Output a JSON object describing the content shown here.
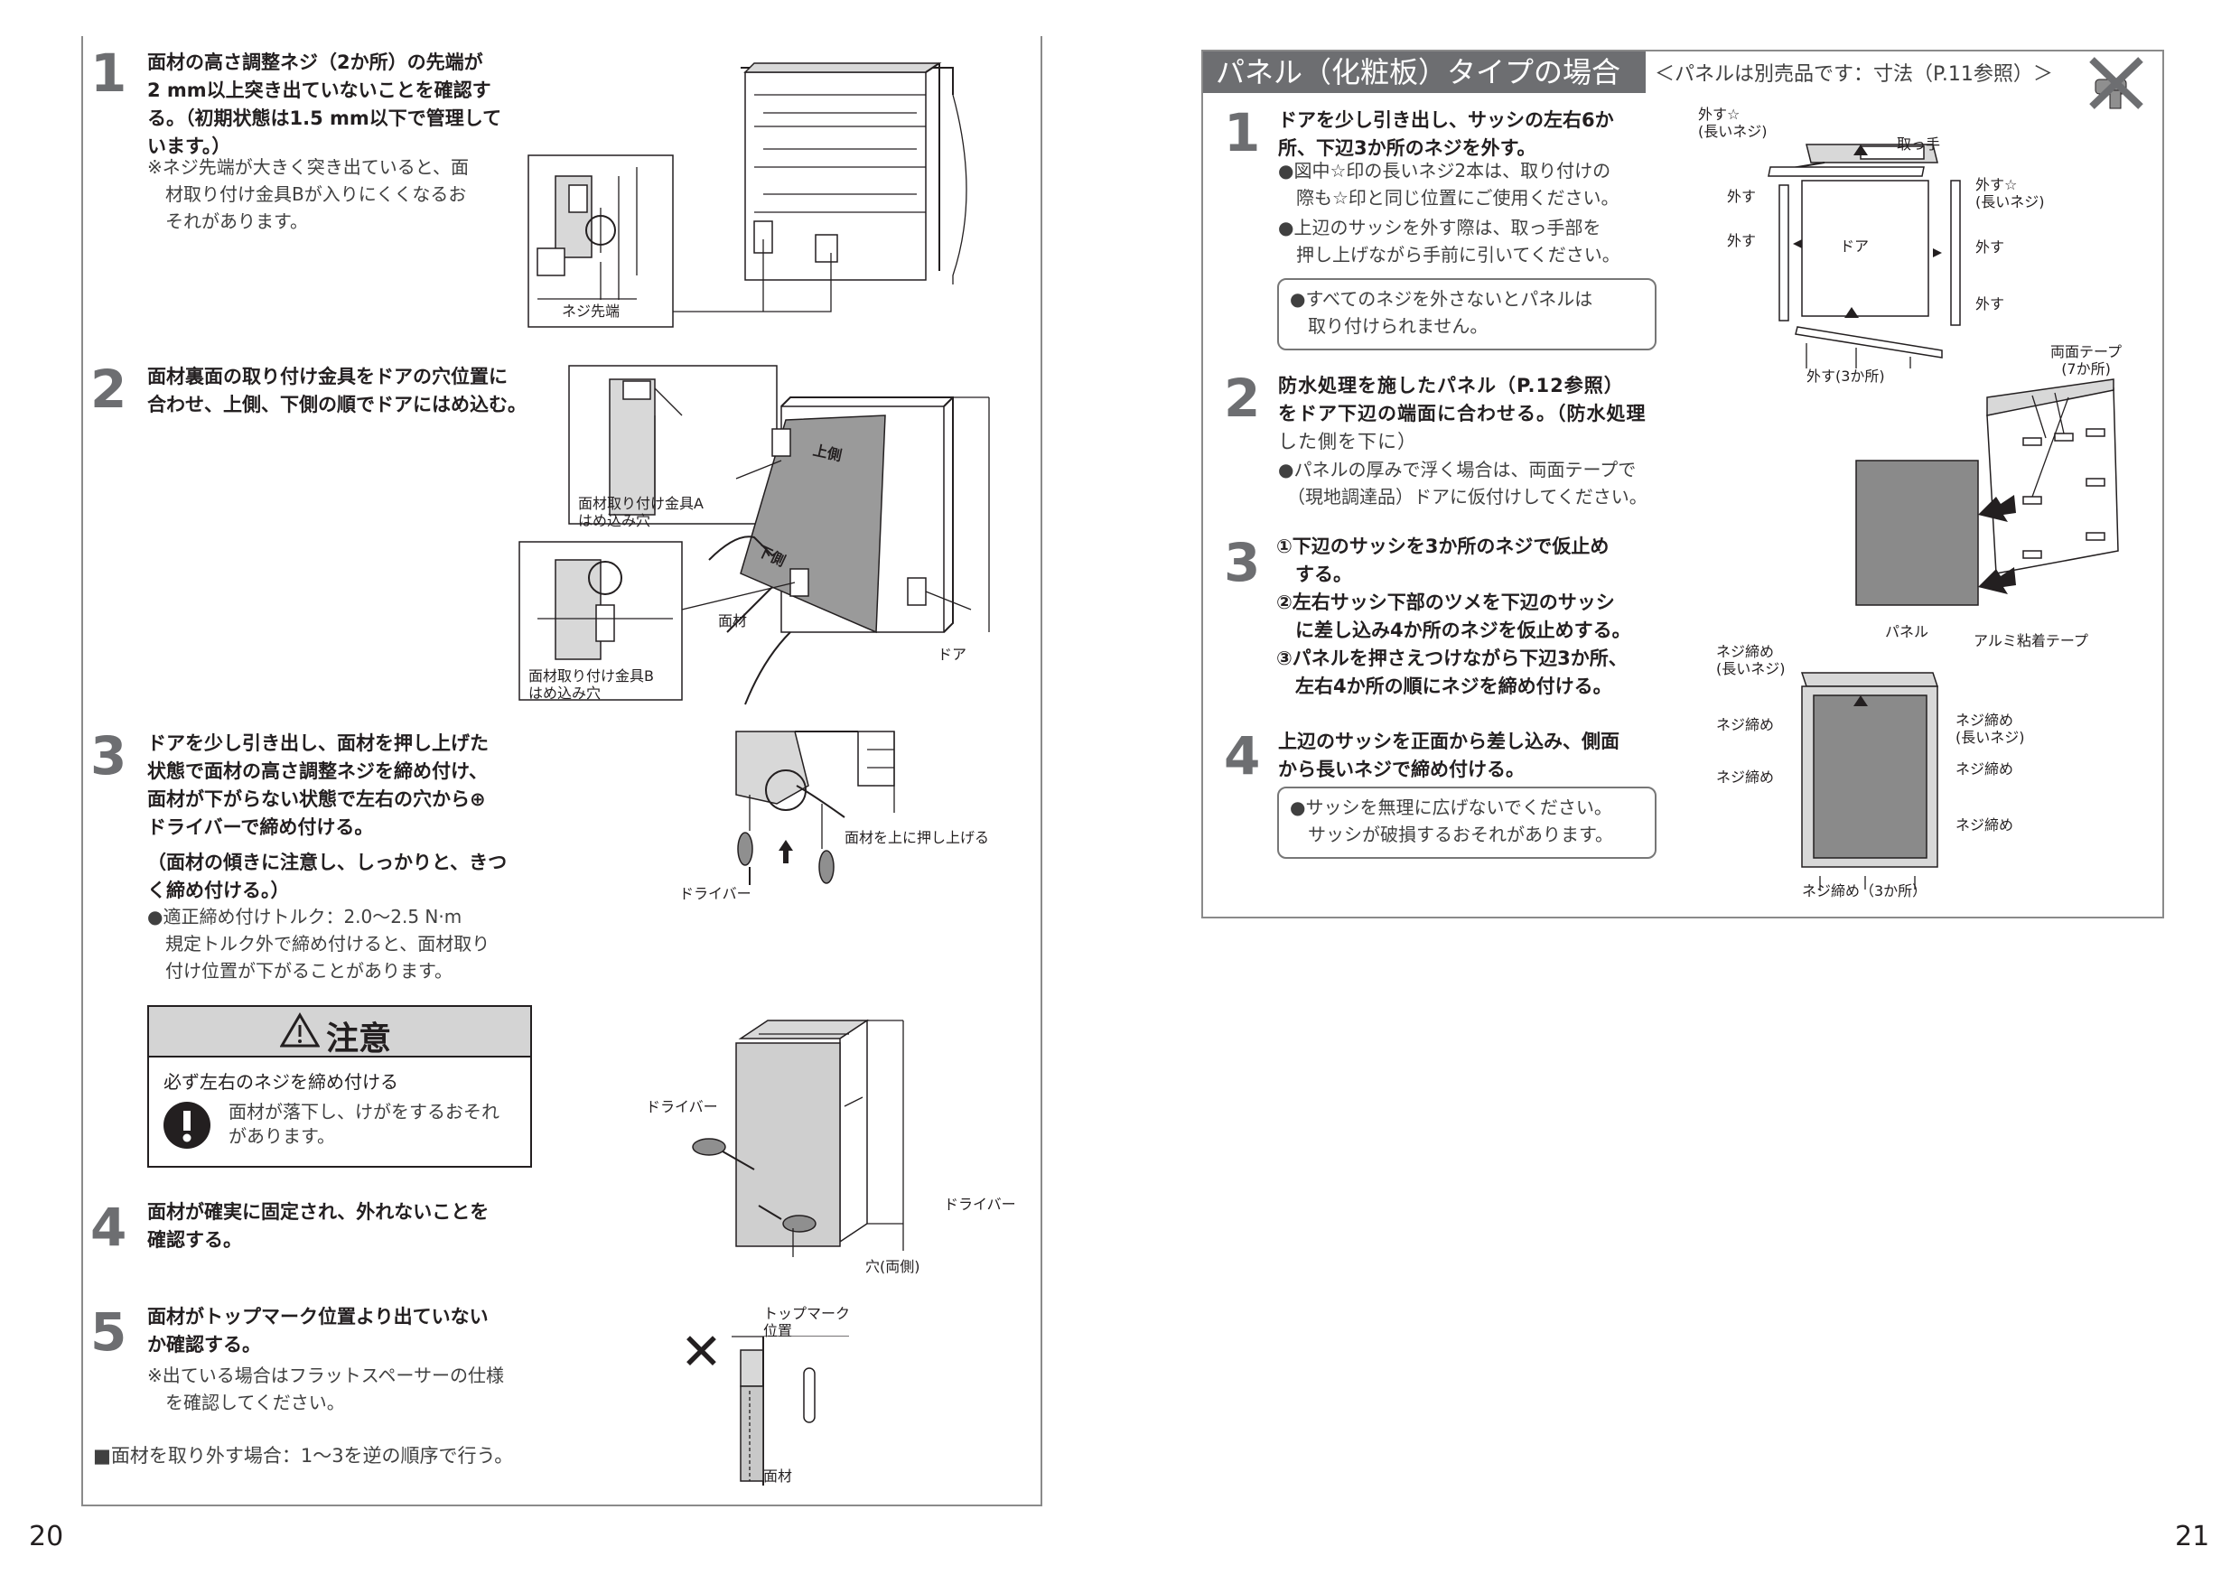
{
  "page_left": {
    "page_number": "20",
    "step1": {
      "num": "1",
      "lines": [
        "面材の高さ調整ネジ（2か所）の先端が",
        "2 mm以上突き出ていないことを確認す",
        "る。（初期状態は1.5 mm以下で管理して",
        "います。）"
      ],
      "note": [
        "※ネジ先端が大きく突き出ていると、面",
        "　材取り付け金具Bが入りにくくなるお",
        "　それがあります。"
      ],
      "fig_label": "ネジ先端"
    },
    "step2": {
      "num": "2",
      "lines": [
        "面材裏面の取り付け金具をドアの穴位置に",
        "合わせ、上側、下側の順でドアにはめ込む。"
      ],
      "label_a": [
        "面材取り付け金具A",
        "はめ込み穴"
      ],
      "label_b": [
        "面材取り付け金具B",
        "はめ込み穴"
      ],
      "label_upper": "上側",
      "label_lower": "下側",
      "label_panel": "面材",
      "label_door": "ドア"
    },
    "step3": {
      "num": "3",
      "lines": [
        "ドアを少し引き出し、面材を押し上げた",
        "状態で面材の高さ調整ネジを締め付け、",
        "面材が下がらない状態で左右の穴から⊕",
        "ドライバーで締め付ける。",
        "（面材の傾きに注意し、しっかりと、きつ",
        "く締め付ける。）"
      ],
      "bullet": [
        "●適正締め付けトルク：2.0〜2.5 N·m",
        "　規定トルク外で締め付けると、面材取り",
        "　付け位置が下がることがあります。"
      ],
      "label_push": "面材を上に押し上げる",
      "label_driver": "ドライバー"
    },
    "caution": {
      "title": "注意",
      "heading": "必ず左右のネジを締め付ける",
      "body": [
        "面材が落下し、けがをするおそれ",
        "があります。"
      ]
    },
    "fig4": {
      "label_driver_left": "ドライバー",
      "label_driver_right": "ドライバー",
      "label_holes": "穴(両側)"
    },
    "step4": {
      "num": "4",
      "lines": [
        "面材が確実に固定され、外れないことを",
        "確認する。"
      ]
    },
    "step5": {
      "num": "5",
      "lines": [
        "面材がトップマーク位置より出ていない",
        "か確認する。"
      ],
      "note": [
        "※出ている場合はフラットスペーサーの仕様",
        "　を確認してください。"
      ],
      "label_topmark": [
        "トップマーク",
        "位置"
      ],
      "label_panel": "面材",
      "wrong_mark": "✕"
    },
    "removal_note": "■面材を取り外す場合：1〜3を逆の順序で行う。"
  },
  "page_right": {
    "page_number": "21",
    "section_title": "パネル（化粧板）タイプの場合",
    "section_subtitle": "＜パネルは別売品です：寸法（P.11参照）＞",
    "step1": {
      "num": "1",
      "lines": [
        "ドアを少し引き出し、サッシの左右6か",
        "所、下辺3か所のネジを外す。"
      ],
      "bullets": [
        [
          "●図中☆印の長いネジ2本は、取り付けの",
          "　際も☆印と同じ位置にご使用ください。"
        ],
        [
          "●上辺のサッシを外す際は、取っ手部を",
          "　押し上げながら手前に引いてください。"
        ]
      ],
      "box": [
        "●すべてのネジを外さないとパネルは",
        "　取り付けられません。"
      ]
    },
    "step2": {
      "num": "2",
      "lines": [
        "防水処理を施したパネル（P.12参照）",
        "をドア下辺の端面に合わせる。（防水処理",
        "した側を下に）"
      ],
      "bullet": [
        "●パネルの厚みで浮く場合は、両面テープで",
        "　（現地調達品）ドアに仮付けしてください。"
      ]
    },
    "step3": {
      "num": "3",
      "lines": [
        "①下辺のサッシを3か所のネジで仮止め",
        "　する。",
        "②左右サッシ下部のツメを下辺のサッシ",
        "　に差し込み4か所のネジを仮止めする。",
        "③パネルを押さえつけながら下辺3か所、",
        "　左右4か所の順にネジを締め付ける。"
      ]
    },
    "step4": {
      "num": "4",
      "lines": [
        "上辺のサッシを正面から差し込み、側面",
        "から長いネジで締め付ける。"
      ],
      "box": [
        "●サッシを無理に広げないでください。",
        "　サッシが破損するおそれがあります。"
      ]
    },
    "fig_top": {
      "remove_star_left": [
        "外す☆",
        "(長いネジ)"
      ],
      "handle": "取っ手",
      "remove_star_right": [
        "外す☆",
        "(長いネジ)"
      ],
      "remove": "外す",
      "door": "ドア",
      "remove_bottom": "外す(3か所)",
      "double_tape": [
        "両面テープ",
        "(7か所)"
      ],
      "panel": "パネル",
      "alu_tape": "アルミ粘着テープ"
    },
    "fig_bottom": {
      "tighten_long_left": [
        "ネジ締め",
        "(長いネジ)"
      ],
      "tighten": "ネジ締め",
      "tighten_long_right": [
        "ネジ締め",
        "(長いネジ)"
      ],
      "tighten_bottom": "ネジ締め（3か所）"
    }
  }
}
